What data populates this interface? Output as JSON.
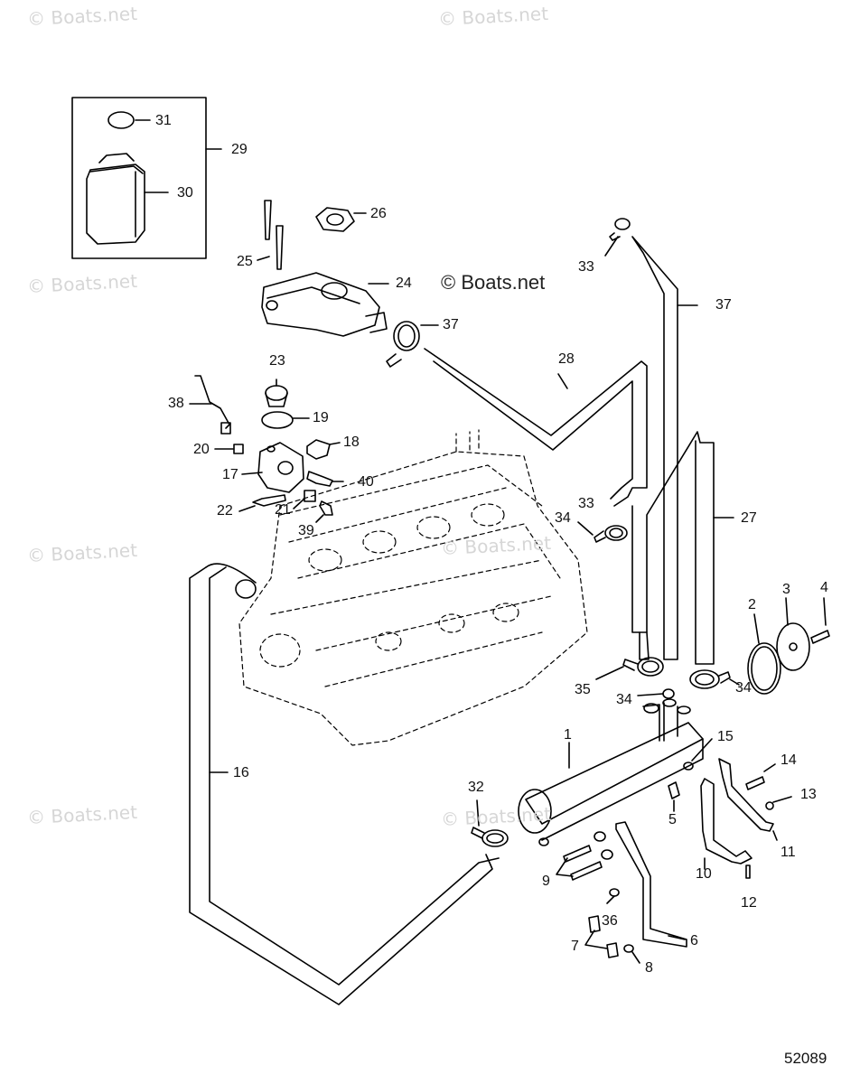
{
  "watermark": "© Boats.net",
  "figure_number": "52089",
  "part_labels": {
    "p1": "1",
    "p2": "2",
    "p3": "3",
    "p4": "4",
    "p5": "5",
    "p6": "6",
    "p7": "7",
    "p8": "8",
    "p9": "9",
    "p10": "10",
    "p11": "11",
    "p12": "12",
    "p13": "13",
    "p14": "14",
    "p15": "15",
    "p16": "16",
    "p17": "17",
    "p18": "18",
    "p19": "19",
    "p20": "20",
    "p21": "21",
    "p22": "22",
    "p23": "23",
    "p24": "24",
    "p25": "25",
    "p26": "26",
    "p27": "27",
    "p28": "28",
    "p29": "29",
    "p30": "30",
    "p31": "31",
    "p32": "32",
    "p33": "33",
    "p34": "34",
    "p35": "35",
    "p36": "36",
    "p37": "37",
    "p38": "38",
    "p39": "39",
    "p40": "40"
  }
}
